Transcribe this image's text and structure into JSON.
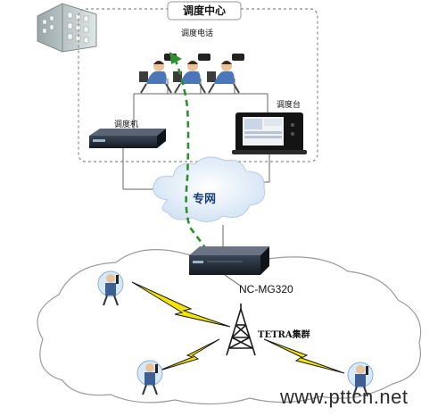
{
  "diagram": {
    "dispatch_center_title": "调度中心",
    "dispatch_phones_label": "调度电话",
    "dispatch_console_label": "调度台",
    "dispatcher_label": "调度机",
    "private_network_label": "专网",
    "gateway_label": "NC-MG320",
    "tetra_cluster_label": "TETRA集群",
    "watermark_text": "www.pttcn.net"
  },
  "colors": {
    "frame_border": "#8a8a8a",
    "link_dashed": "#2f8f2f",
    "lightning": "#f2e600",
    "cloud_fill": "#e9f2fb",
    "device_dark": "#1e2530"
  },
  "icons": [
    "building-icon",
    "operator-icon",
    "dispatcher-server-icon",
    "dispatch-console-icon",
    "network-cloud-icon",
    "gateway-device-icon",
    "radio-tower-icon",
    "handheld-radio-user-icon",
    "lightning-link-icon"
  ]
}
